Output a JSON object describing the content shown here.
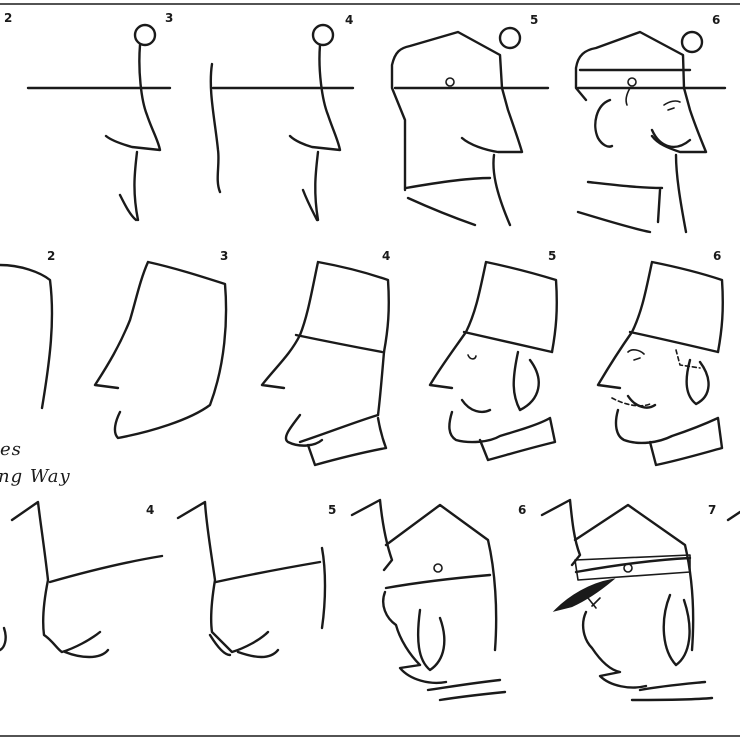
{
  "caption": {
    "line1": "es",
    "line2": "ng Way"
  },
  "rows": [
    {
      "steps": [
        "2",
        "3",
        "4",
        "5",
        "6"
      ]
    },
    {
      "steps": [
        "2",
        "3",
        "4",
        "5",
        "6"
      ]
    },
    {
      "steps": [
        "4",
        "5",
        "6",
        "7"
      ]
    }
  ],
  "ink_color": "#1a1a1a",
  "background_color": "#ffffff"
}
